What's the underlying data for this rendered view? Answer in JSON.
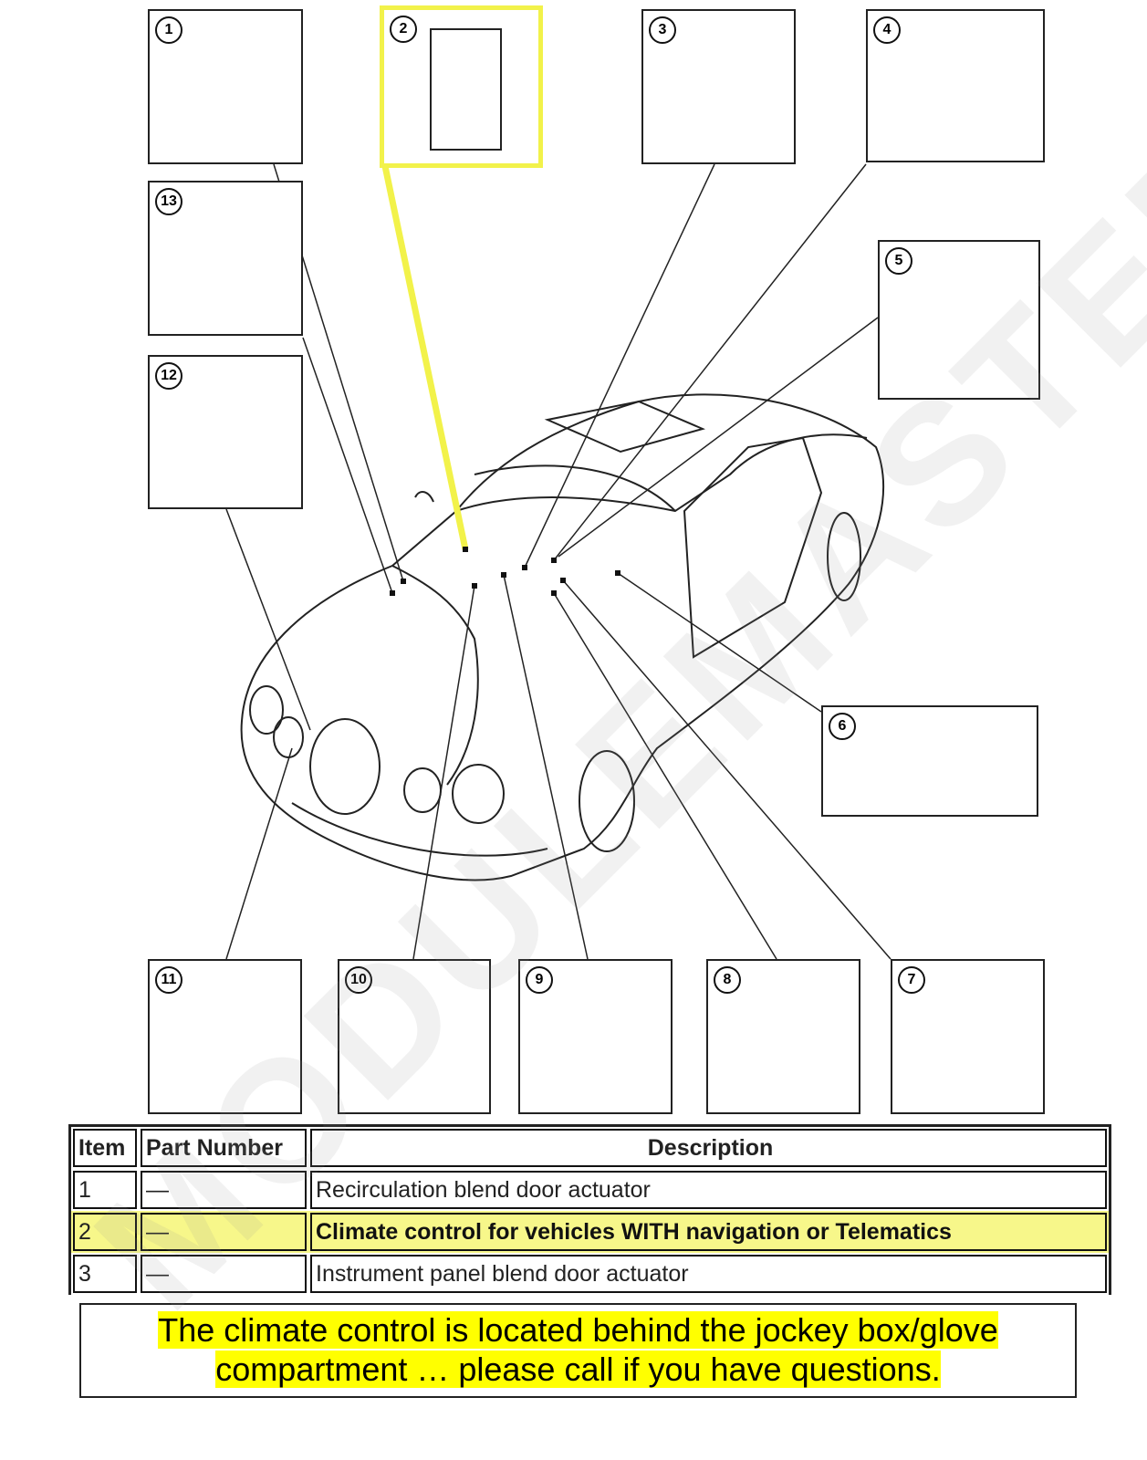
{
  "callouts": [
    "1",
    "2",
    "3",
    "4",
    "5",
    "6",
    "7",
    "8",
    "9",
    "10",
    "11",
    "12",
    "13"
  ],
  "highlight_color": "#ffff00",
  "watermark": "MODULEMASTER",
  "table": {
    "headers": [
      "Item",
      "Part Number",
      "Description"
    ],
    "rows": [
      {
        "item": "1",
        "part": "—",
        "desc": "Recirculation blend door actuator"
      },
      {
        "item": "2",
        "part": "—",
        "desc": "Climate control for vehicles WITH navigation or Telematics",
        "highlighted": true
      },
      {
        "item": "3",
        "part": "—",
        "desc": "Instrument panel blend door actuator"
      }
    ]
  },
  "note": {
    "line1": "The climate control is located behind the jockey box/glove",
    "line2": "compartment … please call if you have questions."
  }
}
